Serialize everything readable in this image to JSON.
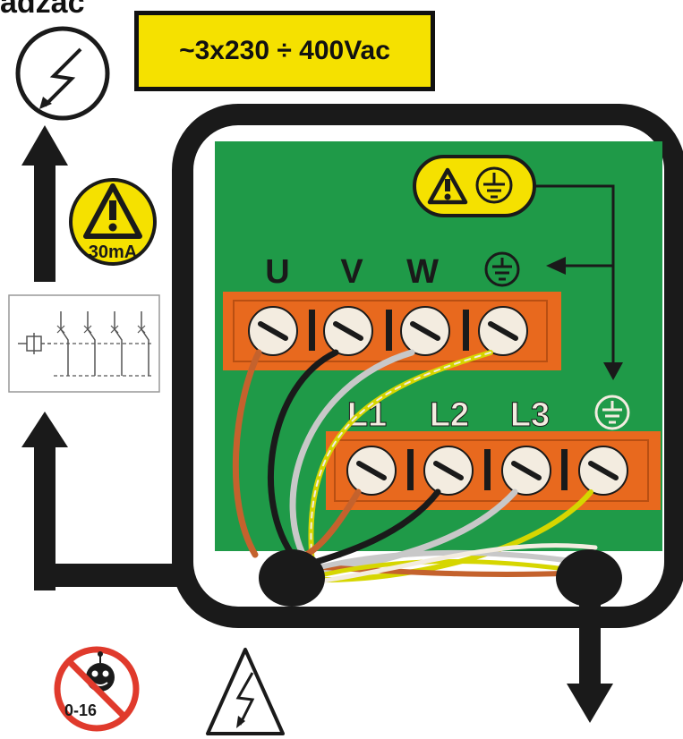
{
  "heading": "adzac",
  "supply_voltage": "~3x230 ÷ 400Vac",
  "rcd_rating": "30mA",
  "output_terminals": [
    "U",
    "V",
    "W"
  ],
  "input_terminals": [
    "L1",
    "L2",
    "L3"
  ],
  "no_children_age": "0-16",
  "colors": {
    "board_green": "#1f9a48",
    "terminal_orange": "#e8691e",
    "warning_yellow": "#f5e100",
    "prohibition_red": "#e03a2c",
    "wire_brown": "#c4622d",
    "wire_black": "#1a1a1a",
    "wire_grey": "#c8c8c8",
    "wire_earth": "#d6d600"
  },
  "icons": [
    "lightning-circle-icon",
    "warning-30ma-icon",
    "warning-earth-icon",
    "earth-symbol-icon",
    "no-children-icon",
    "high-voltage-icon",
    "rcd-breaker-icon"
  ]
}
